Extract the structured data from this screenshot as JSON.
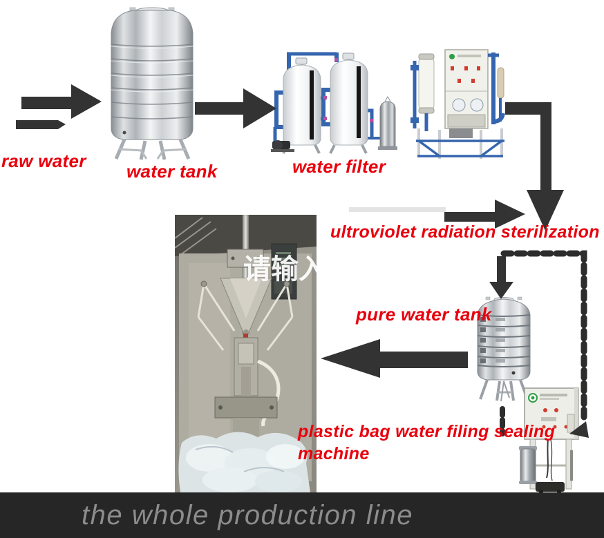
{
  "labels": {
    "raw_water": "raw water",
    "water_tank": "water tank",
    "water_filter": "water filter",
    "uv_sterilization": "ultroviolet radiation sterilization",
    "pure_water_tank": "pure water tank",
    "filling_machine_line1": "plastic bag water filing sealing",
    "filling_machine_line2": "machine"
  },
  "photo": {
    "watermark": "请输入"
  },
  "footer": {
    "title": "the whole production line"
  },
  "colors": {
    "label_red": "#e8000d",
    "arrow_dark": "#333333",
    "dashed_line": "#2d2d2d",
    "footer_bg": "#262626",
    "footer_text": "#8c8c8c",
    "pipe_blue": "#3565ae"
  },
  "flow": [
    {
      "from": "raw water",
      "to": "water tank"
    },
    {
      "from": "water tank",
      "to": "water filter"
    },
    {
      "from": "water filter",
      "to": "ultroviolet radiation sterilization"
    },
    {
      "from": "ultroviolet radiation sterilization",
      "to": "pure water tank"
    },
    {
      "from": "pure water tank",
      "to": "plastic bag water filing sealing machine"
    }
  ]
}
